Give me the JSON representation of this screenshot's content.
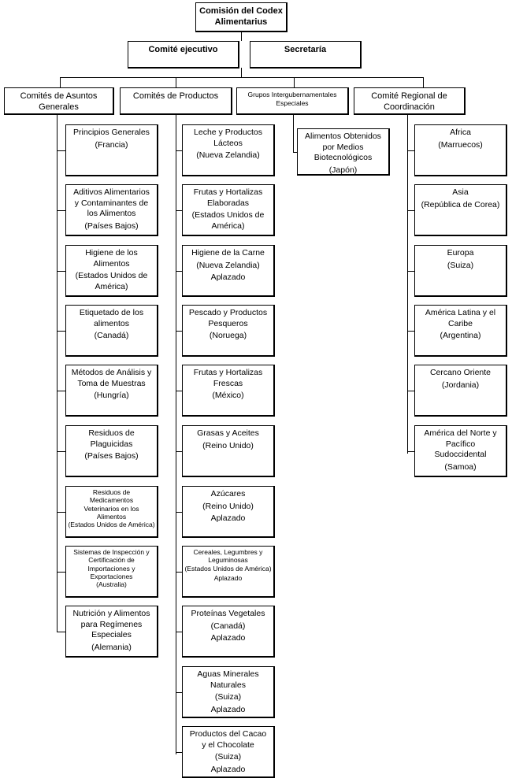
{
  "root": {
    "label": "Comisión del Codex\nAlimentarius"
  },
  "executive": {
    "label": "Comité ejecutivo"
  },
  "secretariat": {
    "label": "Secretaría"
  },
  "general": {
    "label": "Comités de Asuntos\nGenerales",
    "items": [
      {
        "name": "Principios Generales",
        "host": "(Francia)"
      },
      {
        "name": "Aditivos Alimentarios\ny Contaminantes de\nlos Alimentos",
        "host": "(Países Bajos)"
      },
      {
        "name": "Higiene de los\nAlimentos",
        "host": "(Estados Unidos de\nAmérica)"
      },
      {
        "name": "Etiquetado de los\nalimentos",
        "host": "(Canadá)"
      },
      {
        "name": "Métodos de Análisis y\nToma de Muestras",
        "host": "(Hungría)"
      },
      {
        "name": "Residuos de\nPlaguicidas",
        "host": "(Países Bajos)"
      },
      {
        "name": "Residuos de\nMedicamentos\nVeterinarios en los\nAlimentos",
        "host": "(Estados Unidos de\nAmérica)"
      },
      {
        "name": "Sistemas de Inspección  y\nCertificación de\nImportaciones y\nExportaciones",
        "host": "(Australia)"
      },
      {
        "name": "Nutrición  y Alimentos\npara Regímenes\nEspeciales",
        "host": "(Alemania)"
      }
    ]
  },
  "products": {
    "label": "Comités de Productos",
    "items": [
      {
        "name": "Leche y Productos\nLácteos",
        "host": "(Nueva Zelandia)",
        "status": ""
      },
      {
        "name": "Frutas y Hortalizas\nElaboradas",
        "host": "(Estados Unidos de\nAmérica)",
        "status": ""
      },
      {
        "name": "Higiene de la Carne",
        "host": "(Nueva Zelandia)",
        "status": "Aplazado"
      },
      {
        "name": "Pescado y Productos\nPesqueros",
        "host": "(Noruega)",
        "status": ""
      },
      {
        "name": "Frutas y Hortalizas\nFrescas",
        "host": "(México)",
        "status": ""
      },
      {
        "name": "Grasas y Aceites",
        "host": "(Reino Unido)",
        "status": ""
      },
      {
        "name": "Azúcares",
        "host": "(Reino Unido)",
        "status": "Aplazado"
      },
      {
        "name": "Cereales, Legumbres y\nLeguminosas",
        "host": "(Estados Unidos de\nAmérica)",
        "status": "Aplazado"
      },
      {
        "name": "Proteínas Vegetales",
        "host": "(Canadá)",
        "status": "Aplazado"
      },
      {
        "name": "Aguas Minerales\nNaturales",
        "host": "(Suiza)",
        "status": "Aplazado"
      },
      {
        "name": "Productos del Cacao\ny el Chocolate",
        "host": "(Suiza)",
        "status": "Aplazado"
      }
    ]
  },
  "intergov": {
    "label": "Grupos Intergubernamentales\nEspeciales",
    "items": [
      {
        "name": "Alimentos Obtenidos\npor Medios\nBiotecnológicos",
        "host": "(Japón)"
      }
    ]
  },
  "regional": {
    "label": "Comité Regional de\nCoordinación",
    "items": [
      {
        "name": "Africa",
        "host": "(Marruecos)"
      },
      {
        "name": "Asia",
        "host": "(República de Corea)"
      },
      {
        "name": "Europa",
        "host": "(Suiza)"
      },
      {
        "name": "América Latina y el\nCaribe",
        "host": "(Argentina)"
      },
      {
        "name": "Cercano Oriente",
        "host": "(Jordania)"
      },
      {
        "name": "América del Norte y\nPacífico\nSudoccidental",
        "host": "(Samoa)"
      }
    ]
  }
}
